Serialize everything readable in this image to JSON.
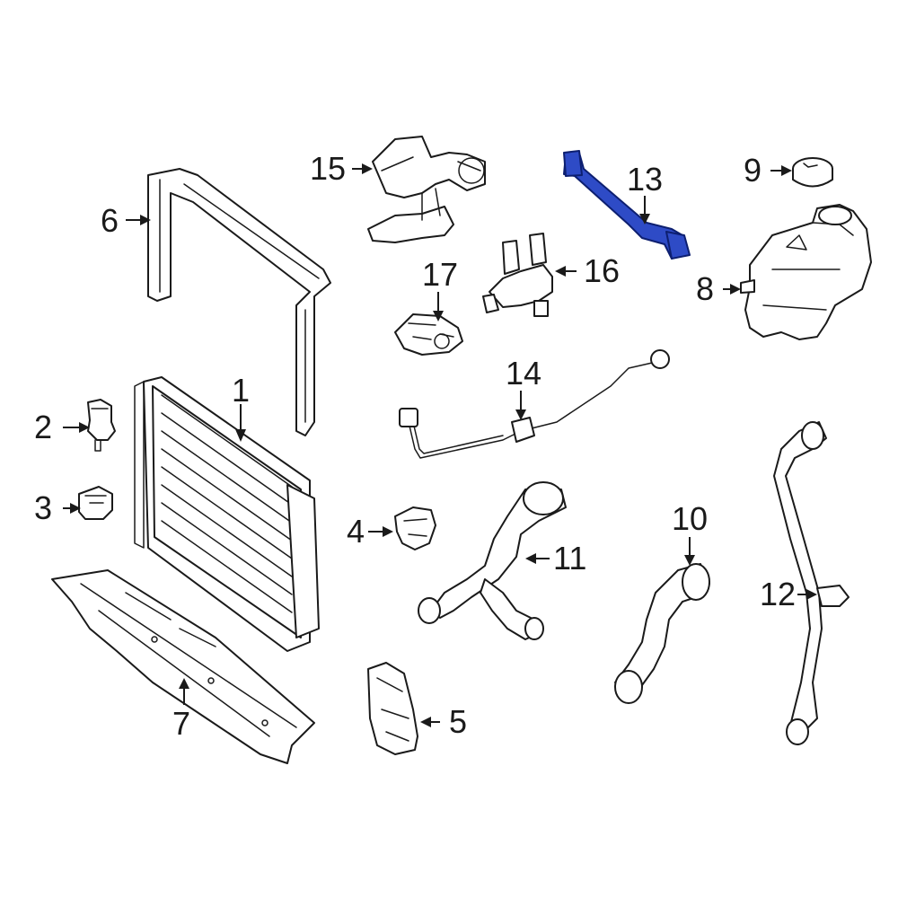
{
  "highlight_color": "#2e4bc6",
  "callouts": {
    "c1": "1",
    "c2": "2",
    "c3": "3",
    "c4": "4",
    "c5": "5",
    "c6": "6",
    "c7": "7",
    "c8": "8",
    "c9": "9",
    "c10": "10",
    "c11": "11",
    "c12": "12",
    "c13": "13",
    "c14": "14",
    "c15": "15",
    "c16": "16",
    "c17": "17"
  },
  "highlighted_part": "13"
}
